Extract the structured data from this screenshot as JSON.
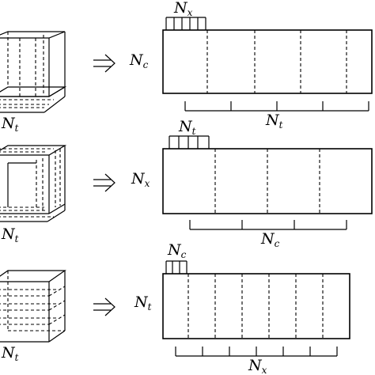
{
  "rows": [
    {
      "cube_label": {
        "main": "N",
        "sub": "t"
      },
      "top_label": {
        "main": "N",
        "sub": "x"
      },
      "side_label": {
        "main": "N",
        "sub": "c"
      },
      "bottom_label": {
        "main": "N",
        "sub": "t"
      }
    },
    {
      "cube_label": {
        "main": "N",
        "sub": "t"
      },
      "top_label": {
        "main": "N",
        "sub": "t"
      },
      "side_label": {
        "main": "N",
        "sub": "x"
      },
      "bottom_label": {
        "main": "N",
        "sub": "c"
      }
    },
    {
      "cube_label": {
        "main": "N",
        "sub": "t"
      },
      "top_label": {
        "main": "N",
        "sub": "c"
      },
      "side_label": {
        "main": "N",
        "sub": "t"
      },
      "bottom_label": {
        "main": "N",
        "sub": "x"
      }
    }
  ],
  "arrow_icon": "double-right-arrow-icon"
}
